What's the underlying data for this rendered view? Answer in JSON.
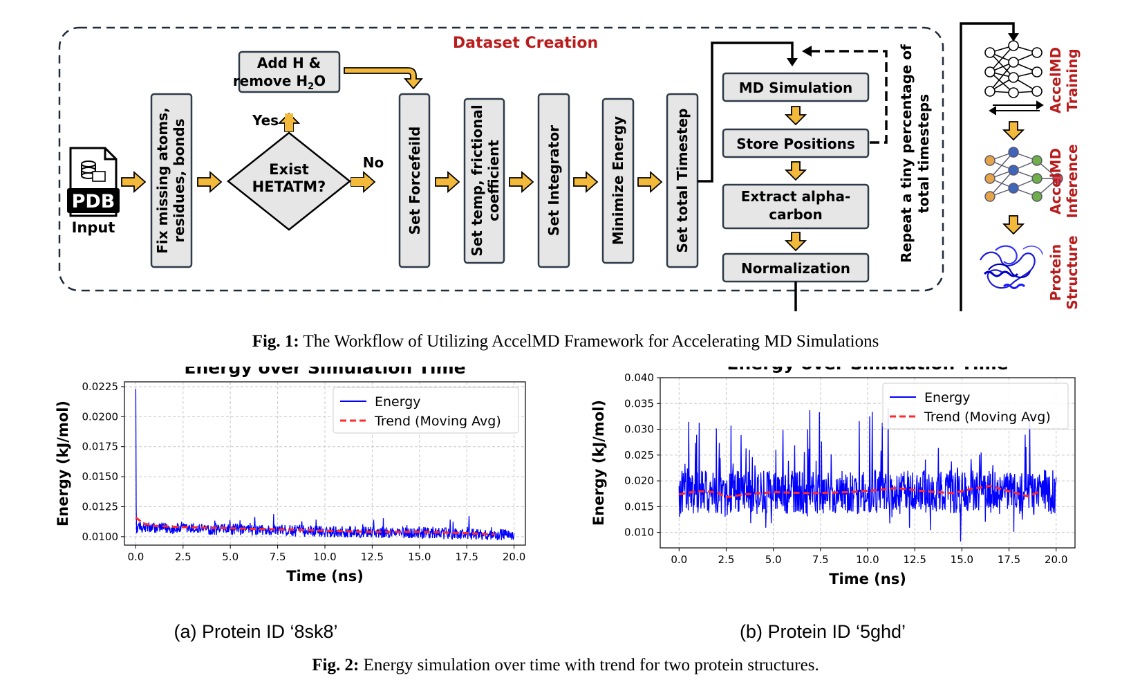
{
  "figure1": {
    "section_title": "Dataset Creation",
    "input_icon_label": "PDB",
    "input_label": "Input",
    "steps": {
      "fix": [
        "Fix missing atoms,",
        "residues, bonds"
      ],
      "hetatm": [
        "Exist",
        "HETATM?"
      ],
      "yes": "Yes",
      "no": "No",
      "addh_line1": "Add H &",
      "addh_line2": "remove H",
      "addh_sub": "2",
      "addh_end": "O",
      "forcefield": "Set Forcefeild",
      "temp": [
        "Set temp, frictional",
        "coefficient"
      ],
      "integrator": "Set Integrator",
      "minimize": "Minimize Energy",
      "timestep": "Set total Timestep",
      "md": "MD Simulation",
      "store": "Store Positions",
      "extract": [
        "Extract alpha-",
        "carbon"
      ],
      "normalization": "Normalization",
      "repeat": [
        "Repeat a tiny percentage of",
        "total timesteps"
      ]
    },
    "right": {
      "training": [
        "AccelMD",
        "Training"
      ],
      "inference": [
        "AccelMD",
        "Inference"
      ],
      "structure": [
        "Protein",
        "Structure"
      ]
    },
    "caption_bold": "Fig. 1:",
    "caption_text": " The Workflow of Utilizing AccelMD Framework for Accelerating MD Simulations"
  },
  "chart_data": [
    {
      "type": "line",
      "title": "Energy over Simulation Time",
      "xlabel": "Time (ns)",
      "ylabel": "Energy (kJ/mol)",
      "xlim": [
        -0.6,
        20.6
      ],
      "ylim": [
        0.0093,
        0.0229
      ],
      "xticks": [
        0.0,
        2.5,
        5.0,
        7.5,
        10.0,
        12.5,
        15.0,
        17.5,
        20.0
      ],
      "yticks": [
        0.01,
        0.0125,
        0.015,
        0.0175,
        0.02,
        0.0225
      ],
      "ytick_labels": [
        "0.0100",
        "0.0125",
        "0.0150",
        "0.0175",
        "0.0200",
        "0.0225"
      ],
      "xtick_labels": [
        "0.0",
        "2.5",
        "5.0",
        "7.5",
        "10.0",
        "12.5",
        "15.0",
        "17.5",
        "20.0"
      ],
      "grid": true,
      "legend_position": "top-right",
      "series": [
        {
          "name": "Energy",
          "color": "#0000ff",
          "style": "solid",
          "x_range": [
            0,
            20
          ],
          "spike": [
            0.0,
            0.0223
          ],
          "base": 0.0107,
          "end": 0.0101,
          "noise": 0.0006
        },
        {
          "name": "Trend (Moving Avg)",
          "color": "#ff2a2a",
          "style": "dashed",
          "x": [
            0.0,
            0.4,
            1.0,
            2.5,
            5.0,
            7.5,
            10.0,
            12.5,
            15.0,
            17.5,
            19.0
          ],
          "values": [
            0.0116,
            0.0111,
            0.0109,
            0.0108,
            0.0107,
            0.0106,
            0.0105,
            0.0104,
            0.0104,
            0.0103,
            0.0102
          ]
        }
      ],
      "subcaption": "(a) Protein ID ‘8sk8’"
    },
    {
      "type": "line",
      "title": "Energy over Simulation Time",
      "xlabel": "Time (ns)",
      "ylabel": "Energy (kJ/mol)",
      "xlim": [
        -1.0,
        21.0
      ],
      "ylim": [
        0.007,
        0.04
      ],
      "xticks": [
        0.0,
        2.5,
        5.0,
        7.5,
        10.0,
        12.5,
        15.0,
        17.5,
        20.0
      ],
      "yticks": [
        0.01,
        0.015,
        0.02,
        0.025,
        0.03,
        0.035,
        0.04
      ],
      "ytick_labels": [
        "0.010",
        "0.015",
        "0.020",
        "0.025",
        "0.030",
        "0.035",
        "0.040"
      ],
      "xtick_labels": [
        "0.0",
        "2.5",
        "5.0",
        "7.5",
        "10.0",
        "12.5",
        "15.0",
        "17.5",
        "20.0"
      ],
      "grid": true,
      "legend_position": "top-right",
      "series": [
        {
          "name": "Energy",
          "color": "#0000ff",
          "style": "solid",
          "x_range": [
            0,
            20
          ],
          "base": 0.0178,
          "noise": 0.0085
        },
        {
          "name": "Trend (Moving Avg)",
          "color": "#ff2a2a",
          "style": "dashed",
          "x": [
            0.0,
            1.0,
            2.0,
            2.5,
            3.5,
            5.0,
            7.0,
            9.0,
            10.5,
            11.5,
            13.0,
            14.5,
            15.5,
            16.5,
            17.5,
            18.5,
            19.2
          ],
          "values": [
            0.0174,
            0.018,
            0.0178,
            0.0168,
            0.0174,
            0.0178,
            0.0176,
            0.0178,
            0.0182,
            0.0186,
            0.018,
            0.0176,
            0.0184,
            0.019,
            0.018,
            0.017,
            0.018
          ]
        }
      ],
      "subcaption": "(b) Protein ID ‘5ghd’"
    }
  ],
  "figure2": {
    "caption_bold": "Fig. 2:",
    "caption_text": " Energy simulation over time with trend for two protein structures."
  }
}
